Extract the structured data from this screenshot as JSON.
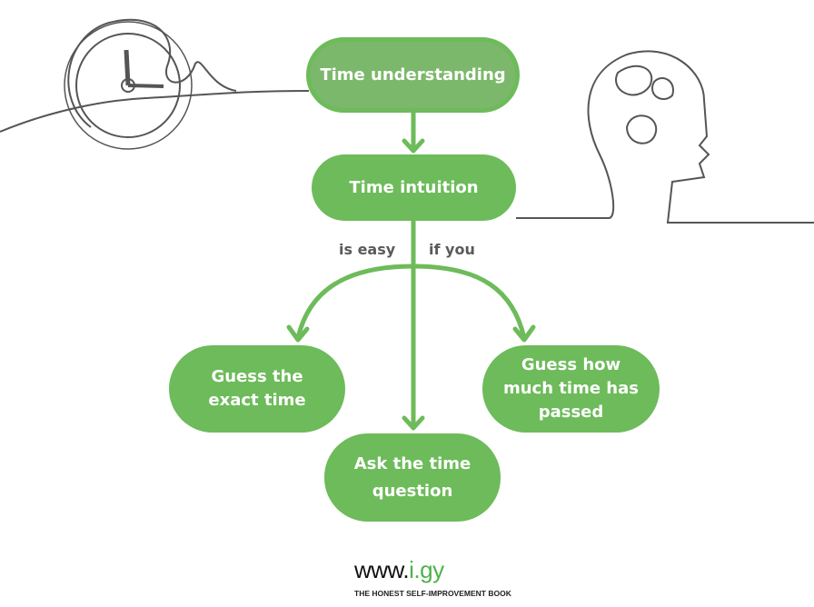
{
  "nodes": {
    "root": "Time understanding",
    "intuition": "Time intuition",
    "exact": "Guess the exact time",
    "passed": "Guess how much time has passed",
    "ask": "Ask the time question"
  },
  "edge_labels": {
    "left": "is easy",
    "right": "if you"
  },
  "footer": {
    "url_prefix": "www.",
    "url_domain": "i.gy",
    "tagline": "THE HONEST SELF-IMPROVEMENT BOOK"
  },
  "colors": {
    "green": "#6dbb5a",
    "root_fill": "#7cb86b",
    "line": "#555555"
  }
}
